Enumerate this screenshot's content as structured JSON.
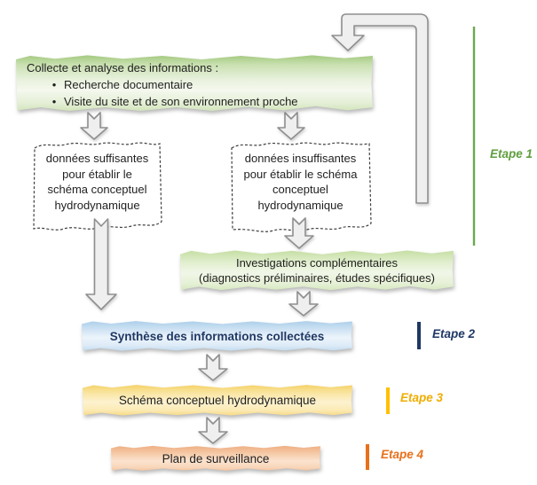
{
  "diagram": {
    "collecte": {
      "title": "Collecte et analyse des informations :",
      "bullet_glyph": "•",
      "bullets": [
        "Recherche documentaire",
        "Visite du site et de son environnement proche"
      ]
    },
    "suffisantes": {
      "lines": [
        "données suffisantes",
        "pour établir le",
        "schéma conceptuel",
        "hydrodynamique"
      ]
    },
    "insuffisantes": {
      "lines": [
        "données insuffisantes",
        "pour établir le schéma",
        "conceptuel",
        "hydrodynamique"
      ]
    },
    "investigations": {
      "lines": [
        "Investigations complémentaires",
        "(diagnostics préliminaires, études spécifiques)"
      ]
    },
    "synthese": {
      "label": "Synthèse des informations collectées"
    },
    "schema": {
      "label": "Schéma conceptuel hydrodynamique"
    },
    "plan": {
      "label": "Plan de surveillance"
    },
    "etapes": [
      {
        "label": "Etape 1",
        "color": "#5f9e3e"
      },
      {
        "label": "Etape 2",
        "color": "#1f3864"
      },
      {
        "label": "Etape 3",
        "color": "#ffc000"
      },
      {
        "label": "Etape 4",
        "color": "#e8701a"
      }
    ],
    "colors": {
      "box_collecte_top": "#9ec779",
      "box_investigations_top": "#c2dd9e",
      "box_synthese_top": "#a8cce9",
      "box_schema_top": "#f5cf5f",
      "box_plan_top": "#efab7e",
      "arrow_fill": "#efefef",
      "arrow_stroke": "#8f8f8f",
      "dashed_stroke": "#3f3f3f",
      "synthese_text": "#1f3864"
    }
  }
}
